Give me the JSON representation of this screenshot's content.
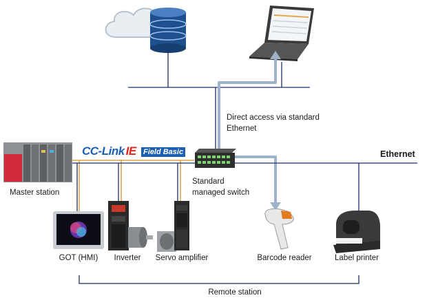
{
  "logo": {
    "cc_link": "CC-Link",
    "ie": "IE",
    "field_basic": "Field Basic"
  },
  "labels": {
    "direct_access": "Direct access via standard Ethernet",
    "ethernet": "Ethernet",
    "master_station": "Master station",
    "switch": "Standard managed switch",
    "got": "GOT (HMI)",
    "inverter": "Inverter",
    "servo": "Servo amplifier",
    "barcode": "Barcode reader",
    "printer": "Label printer",
    "remote_station": "Remote station"
  },
  "colors": {
    "ethernet_line": "#1f2d6b",
    "cc_link_line": "#d9a441",
    "access_path": "#9fb3c8",
    "cloud": "#e6ecf2",
    "database": "#1e4f8e"
  }
}
